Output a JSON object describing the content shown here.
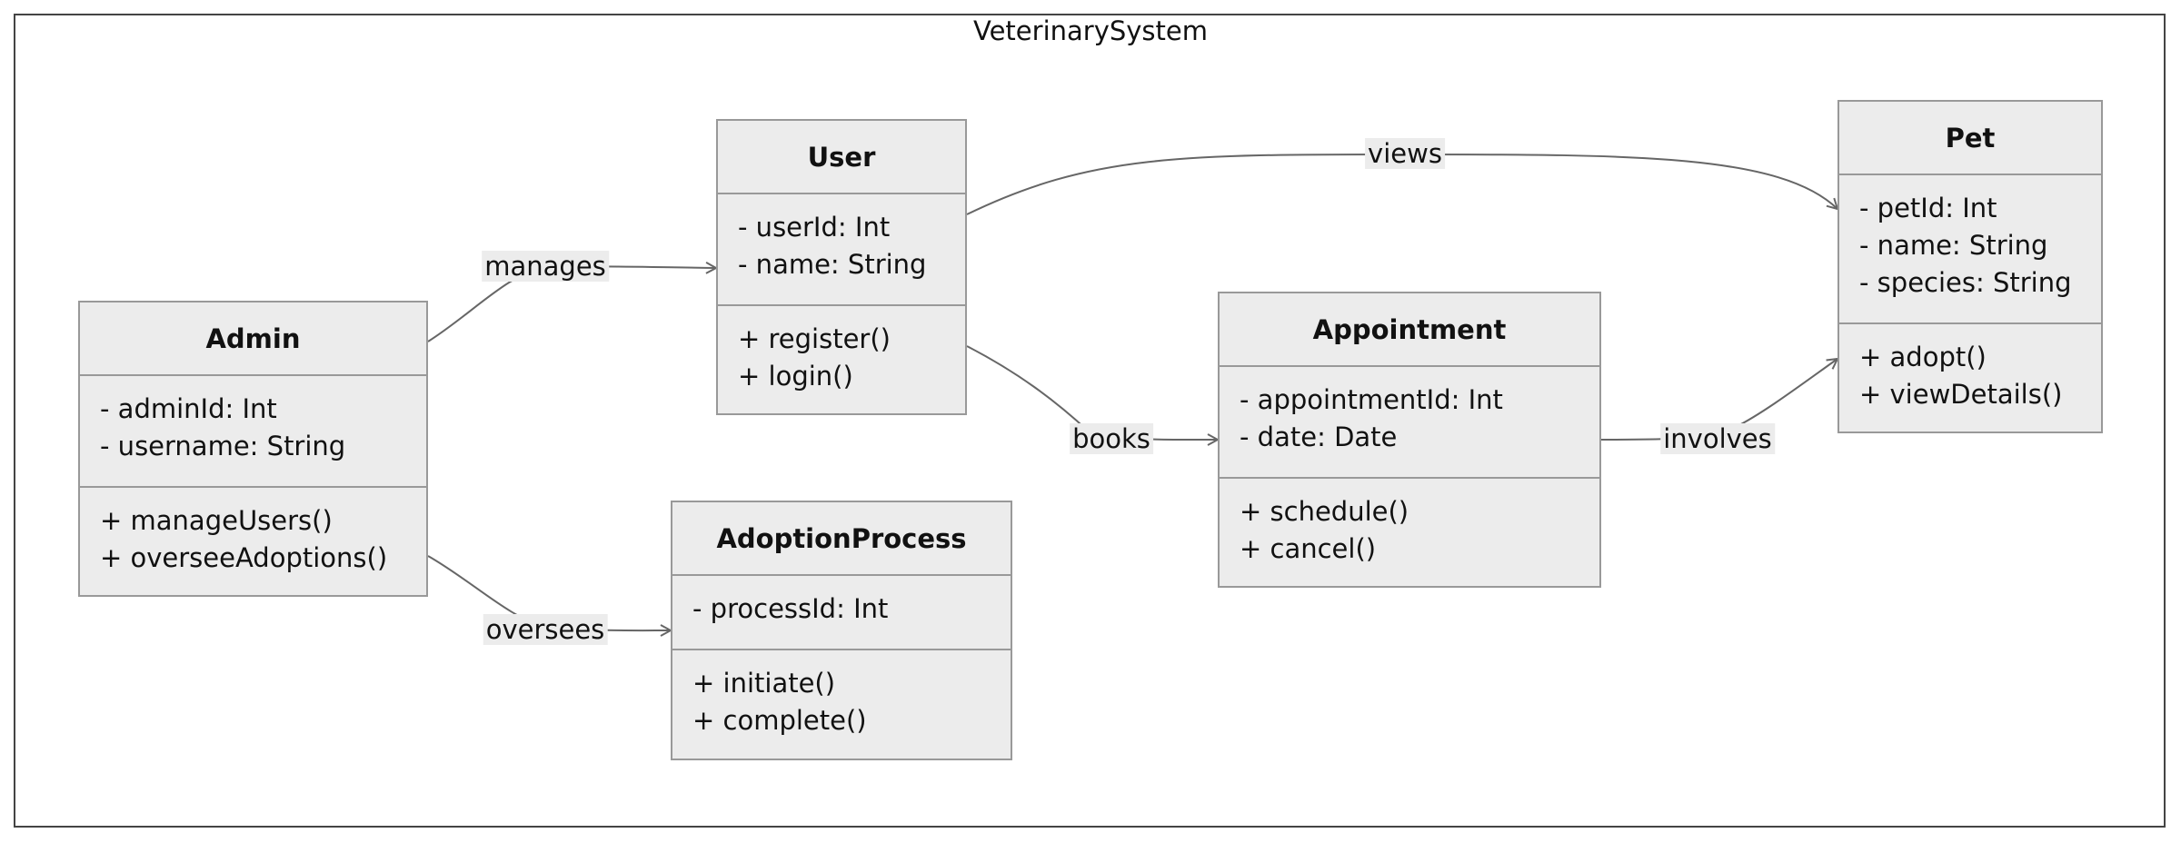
{
  "diagram": {
    "title": "VeterinarySystem",
    "classes": {
      "admin": {
        "name": "Admin",
        "attributes": [
          "- adminId: Int",
          "- username: String"
        ],
        "operations": [
          "+ manageUsers()",
          "+ overseeAdoptions()"
        ]
      },
      "user": {
        "name": "User",
        "attributes": [
          "- userId: Int",
          "- name: String"
        ],
        "operations": [
          "+ register()",
          "+ login()"
        ]
      },
      "adoption": {
        "name": "AdoptionProcess",
        "attributes": [
          "- processId: Int"
        ],
        "operations": [
          "+ initiate()",
          "+ complete()"
        ]
      },
      "appointment": {
        "name": "Appointment",
        "attributes": [
          "- appointmentId: Int",
          "- date: Date"
        ],
        "operations": [
          "+ schedule()",
          "+ cancel()"
        ]
      },
      "pet": {
        "name": "Pet",
        "attributes": [
          "- petId: Int",
          "- name: String",
          "- species: String"
        ],
        "operations": [
          "+ adopt()",
          "+ viewDetails()"
        ]
      }
    },
    "relations": {
      "manages": {
        "label": "manages",
        "from": "Admin",
        "to": "User"
      },
      "oversees": {
        "label": "oversees",
        "from": "Admin",
        "to": "AdoptionProcess"
      },
      "views": {
        "label": "views",
        "from": "User",
        "to": "Pet"
      },
      "books": {
        "label": "books",
        "from": "User",
        "to": "Appointment"
      },
      "involves": {
        "label": "involves",
        "from": "Appointment",
        "to": "Pet"
      }
    }
  }
}
